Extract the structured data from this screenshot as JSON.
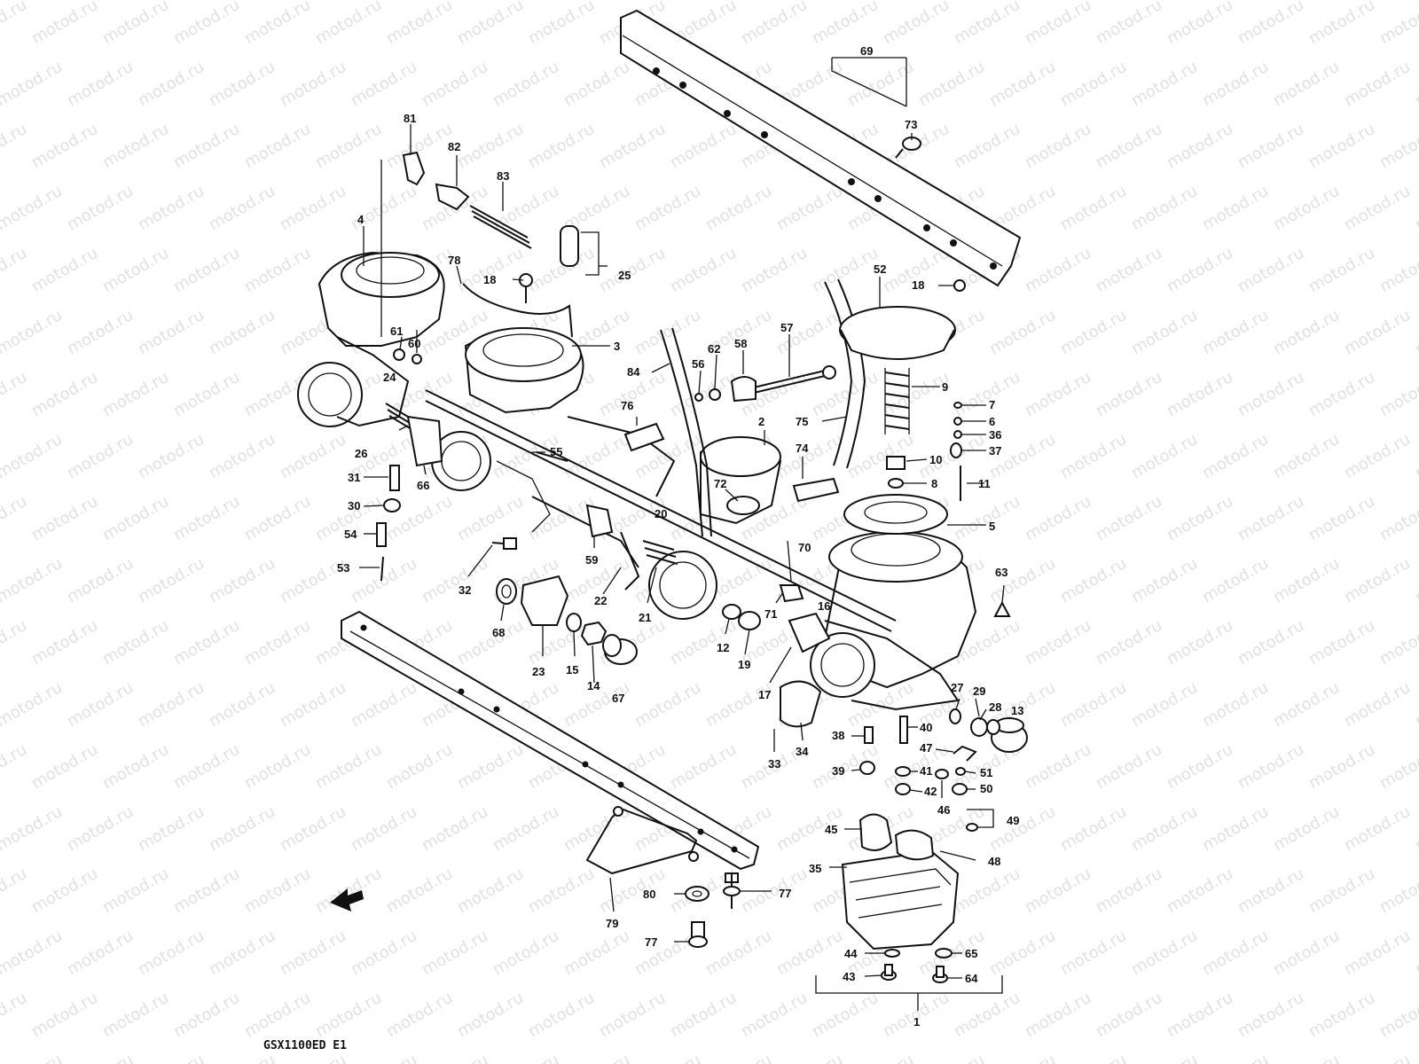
{
  "watermark": {
    "text": "motod.ru"
  },
  "model_code": "GSX1100ED  E1",
  "part_labels": [
    {
      "id": "l1",
      "text": "1"
    },
    {
      "id": "l2",
      "text": "2"
    },
    {
      "id": "l3",
      "text": "3"
    },
    {
      "id": "l4",
      "text": "4"
    },
    {
      "id": "l5",
      "text": "5"
    },
    {
      "id": "l6",
      "text": "6"
    },
    {
      "id": "l7",
      "text": "7"
    },
    {
      "id": "l8",
      "text": "8"
    },
    {
      "id": "l9",
      "text": "9"
    },
    {
      "id": "l10",
      "text": "10"
    },
    {
      "id": "l11",
      "text": "11"
    },
    {
      "id": "l12",
      "text": "12"
    },
    {
      "id": "l13",
      "text": "13"
    },
    {
      "id": "l14",
      "text": "14"
    },
    {
      "id": "l15",
      "text": "15"
    },
    {
      "id": "l16",
      "text": "16"
    },
    {
      "id": "l17",
      "text": "17"
    },
    {
      "id": "l18a",
      "text": "18"
    },
    {
      "id": "l18b",
      "text": "18"
    },
    {
      "id": "l19",
      "text": "19"
    },
    {
      "id": "l20",
      "text": "20"
    },
    {
      "id": "l21",
      "text": "21"
    },
    {
      "id": "l22",
      "text": "22"
    },
    {
      "id": "l23",
      "text": "23"
    },
    {
      "id": "l24",
      "text": "24"
    },
    {
      "id": "l25",
      "text": "25"
    },
    {
      "id": "l26",
      "text": "26"
    },
    {
      "id": "l27",
      "text": "27"
    },
    {
      "id": "l28",
      "text": "28"
    },
    {
      "id": "l29",
      "text": "29"
    },
    {
      "id": "l30",
      "text": "30"
    },
    {
      "id": "l31",
      "text": "31"
    },
    {
      "id": "l32",
      "text": "32"
    },
    {
      "id": "l33",
      "text": "33"
    },
    {
      "id": "l34",
      "text": "34"
    },
    {
      "id": "l35",
      "text": "35"
    },
    {
      "id": "l36",
      "text": "36"
    },
    {
      "id": "l37",
      "text": "37"
    },
    {
      "id": "l38",
      "text": "38"
    },
    {
      "id": "l39",
      "text": "39"
    },
    {
      "id": "l40",
      "text": "40"
    },
    {
      "id": "l41",
      "text": "41"
    },
    {
      "id": "l42",
      "text": "42"
    },
    {
      "id": "l43",
      "text": "43"
    },
    {
      "id": "l44",
      "text": "44"
    },
    {
      "id": "l45",
      "text": "45"
    },
    {
      "id": "l46",
      "text": "46"
    },
    {
      "id": "l47",
      "text": "47"
    },
    {
      "id": "l48",
      "text": "48"
    },
    {
      "id": "l49",
      "text": "49"
    },
    {
      "id": "l50",
      "text": "50"
    },
    {
      "id": "l51",
      "text": "51"
    },
    {
      "id": "l52",
      "text": "52"
    },
    {
      "id": "l53",
      "text": "53"
    },
    {
      "id": "l54",
      "text": "54"
    },
    {
      "id": "l55",
      "text": "55"
    },
    {
      "id": "l56",
      "text": "56"
    },
    {
      "id": "l57",
      "text": "57"
    },
    {
      "id": "l58",
      "text": "58"
    },
    {
      "id": "l59",
      "text": "59"
    },
    {
      "id": "l60",
      "text": "60"
    },
    {
      "id": "l61",
      "text": "61"
    },
    {
      "id": "l62",
      "text": "62"
    },
    {
      "id": "l63",
      "text": "63"
    },
    {
      "id": "l64",
      "text": "64"
    },
    {
      "id": "l65",
      "text": "65"
    },
    {
      "id": "l66",
      "text": "66"
    },
    {
      "id": "l67",
      "text": "67"
    },
    {
      "id": "l68",
      "text": "68"
    },
    {
      "id": "l69",
      "text": "69"
    },
    {
      "id": "l70",
      "text": "70"
    },
    {
      "id": "l71",
      "text": "71"
    },
    {
      "id": "l72",
      "text": "72"
    },
    {
      "id": "l73",
      "text": "73"
    },
    {
      "id": "l74",
      "text": "74"
    },
    {
      "id": "l75",
      "text": "75"
    },
    {
      "id": "l76",
      "text": "76"
    },
    {
      "id": "l77a",
      "text": "77"
    },
    {
      "id": "l77b",
      "text": "77"
    },
    {
      "id": "l78",
      "text": "78"
    },
    {
      "id": "l79",
      "text": "79"
    },
    {
      "id": "l80",
      "text": "80"
    },
    {
      "id": "l81",
      "text": "81"
    },
    {
      "id": "l82",
      "text": "82"
    },
    {
      "id": "l83",
      "text": "83"
    },
    {
      "id": "l84",
      "text": "84"
    }
  ]
}
